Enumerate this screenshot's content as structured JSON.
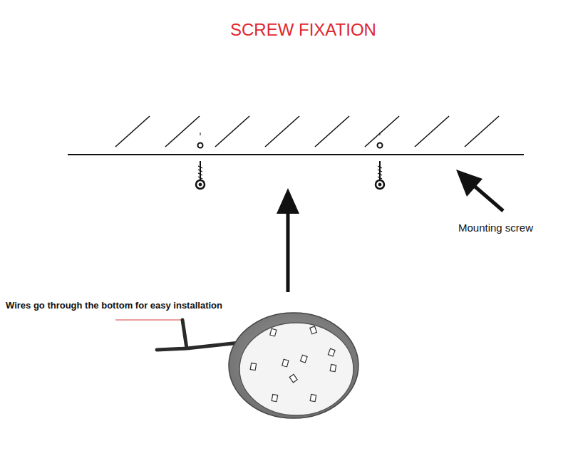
{
  "diagram": {
    "title": "SCREW FIXATION",
    "labels": [
      "Mounting screw",
      "Wires go through the bottom for easy installation"
    ]
  }
}
